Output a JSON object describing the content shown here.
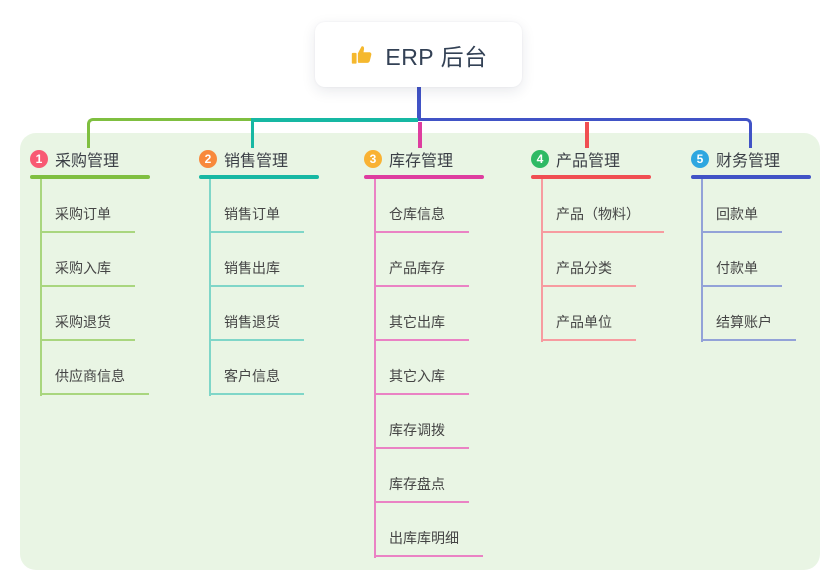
{
  "root": {
    "label": "ERP 后台",
    "icon": "thumbs-up-icon",
    "icon_color": "#f5b82e",
    "text_color": "#334155"
  },
  "canvas": {
    "background": "#ffffff",
    "panel_color": "#e9f5e4"
  },
  "connector": {
    "root_color": "#4153c6"
  },
  "branches": [
    {
      "number": "1",
      "title": "采购管理",
      "circle_color": "#f85a73",
      "line_color": "#7fbf40",
      "sub_line_color": "#a9d67e",
      "items": [
        "采购订单",
        "采购入库",
        "采购退货",
        "供应商信息"
      ]
    },
    {
      "number": "2",
      "title": "销售管理",
      "circle_color": "#f8893c",
      "line_color": "#17b8a3",
      "sub_line_color": "#7fd6c8",
      "items": [
        "销售订单",
        "销售出库",
        "销售退货",
        "客户信息"
      ]
    },
    {
      "number": "3",
      "title": "库存管理",
      "circle_color": "#f9b233",
      "line_color": "#de3d9f",
      "sub_line_color": "#ea82c4",
      "items": [
        "仓库信息",
        "产品库存",
        "其它出库",
        "其它入库",
        "库存调拨",
        "库存盘点",
        "出库库明细"
      ]
    },
    {
      "number": "4",
      "title": "产品管理",
      "circle_color": "#2eba64",
      "line_color": "#f04e52",
      "sub_line_color": "#f79ba0",
      "items": [
        "产品（物料）",
        "产品分类",
        "产品单位"
      ]
    },
    {
      "number": "5",
      "title": "财务管理",
      "circle_color": "#2ea7e0",
      "line_color": "#4153c6",
      "sub_line_color": "#93a2d8",
      "items": [
        "回款单",
        "付款单",
        "结算账户"
      ]
    }
  ]
}
